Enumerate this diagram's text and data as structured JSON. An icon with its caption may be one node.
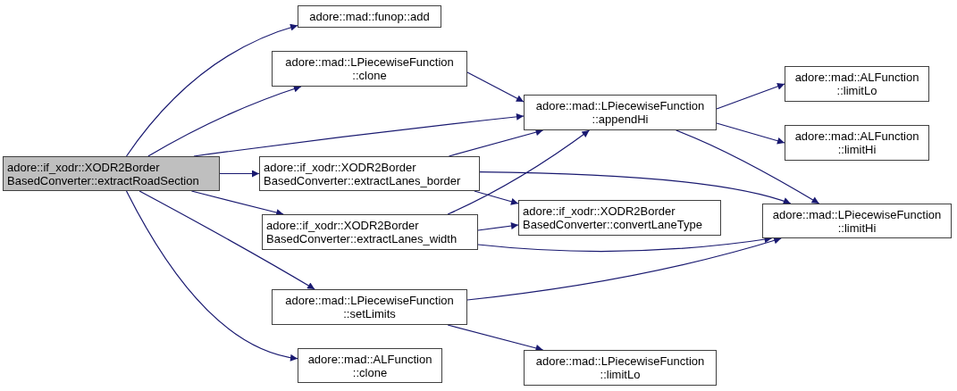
{
  "diagram": {
    "nodes": [
      {
        "text": [
          "adore::if_xodr::XODR2Border BasedConverter::extractRoadSection"
        ]
      },
      {
        "text": [
          "adore::mad::funop::add"
        ]
      },
      {
        "text": [
          "adore::mad::LPiecewiseFunction ::clone"
        ]
      },
      {
        "text": [
          "adore::mad::LPiecewiseFunction ::appendHi"
        ]
      },
      {
        "text": [
          "adore::mad::ALFunction ::limitLo"
        ]
      },
      {
        "text": [
          "adore::mad::ALFunction ::limitHi"
        ]
      },
      {
        "text": [
          "adore::if_xodr::XODR2Border BasedConverter::extractLanes_border"
        ]
      },
      {
        "text": [
          "adore::if_xodr::XODR2Border BasedConverter::convertLaneType"
        ]
      },
      {
        "text": [
          "adore::if_xodr::XODR2Border BasedConverter::extractLanes_width"
        ]
      },
      {
        "text": [
          "adore::mad::LPiecewiseFunction ::limitHi"
        ]
      },
      {
        "text": [
          "adore::mad::LPiecewiseFunction ::setLimits"
        ]
      },
      {
        "text": [
          "adore::mad::ALFunction ::clone"
        ]
      },
      {
        "text": [
          "adore::mad::LPiecewiseFunction ::limitLo"
        ]
      }
    ],
    "edges": [
      {
        "from": 0,
        "to": 1,
        "arrow": "to"
      },
      {
        "from": 0,
        "to": 2,
        "arrow": "to"
      },
      {
        "from": 0,
        "to": 3,
        "arrow": "to"
      },
      {
        "from": 0,
        "to": 6,
        "arrow": "to"
      },
      {
        "from": 0,
        "to": 8,
        "arrow": "to"
      },
      {
        "from": 0,
        "to": 10,
        "arrow": "to"
      },
      {
        "from": 0,
        "to": 11,
        "arrow": "to"
      },
      {
        "from": 2,
        "to": 3,
        "arrow": "to"
      },
      {
        "from": 3,
        "to": 4,
        "arrow": "to"
      },
      {
        "from": 3,
        "to": 5,
        "arrow": "to"
      },
      {
        "from": 3,
        "to": 9,
        "arrow": "to"
      },
      {
        "from": 6,
        "to": 3,
        "arrow": "to"
      },
      {
        "from": 6,
        "to": 7,
        "arrow": "to"
      },
      {
        "from": 6,
        "to": 9,
        "arrow": "to"
      },
      {
        "from": 8,
        "to": 3,
        "arrow": "to"
      },
      {
        "from": 8,
        "to": 7,
        "arrow": "to"
      },
      {
        "from": 8,
        "to": 9,
        "arrow": "to"
      },
      {
        "from": 10,
        "to": 9,
        "arrow": "to"
      },
      {
        "from": 10,
        "to": 12,
        "arrow": "to"
      }
    ]
  }
}
